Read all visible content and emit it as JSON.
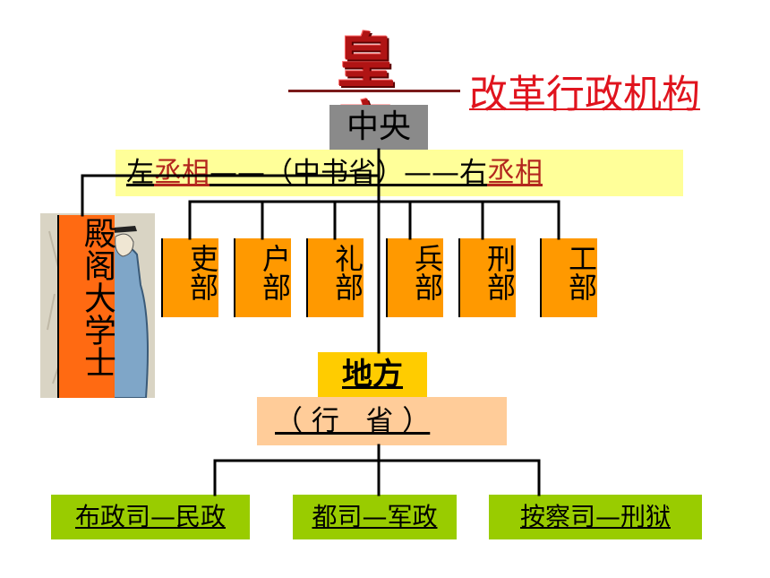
{
  "title": {
    "emperor": "皇 帝",
    "reform": "改革行政机构"
  },
  "central": {
    "label": "中央"
  },
  "zhongshu": {
    "left_prefix": "左",
    "left_chancellor": "丞相",
    "middle": "——（中书省）——右",
    "right_chancellor": "丞相"
  },
  "grand_secretary": {
    "label": "殿阁大学士"
  },
  "ministries": [
    "吏部",
    "户部",
    "礼部",
    "兵部",
    "刑部",
    "工部"
  ],
  "local": {
    "label": "地方",
    "province": "（ 行   省 ）"
  },
  "divisions": [
    "布政司—民政",
    "都司—军政",
    "按察司—刑狱"
  ],
  "colors": {
    "emperor": "#b01414",
    "reform": "#e0141e",
    "central": "#8a8a8a",
    "zhongshu": "#ffff99",
    "ministry": "#ff9900",
    "grand_secretary": "#ff6a12",
    "local": "#ffcc00",
    "province": "#ffcc99",
    "division": "#99cc00"
  }
}
